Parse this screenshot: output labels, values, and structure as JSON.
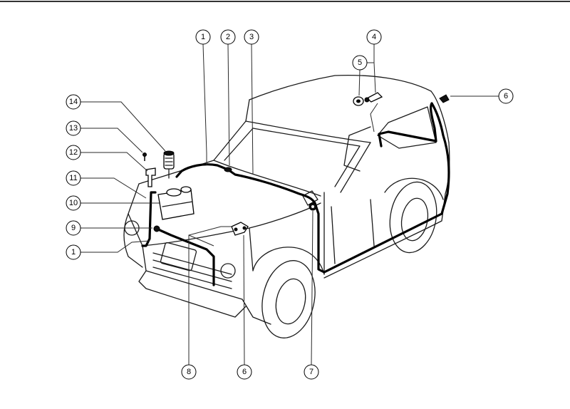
{
  "callouts": [
    {
      "id": "c1",
      "label": "1"
    },
    {
      "id": "c2",
      "label": "2"
    },
    {
      "id": "c3",
      "label": "3"
    },
    {
      "id": "c4",
      "label": "4"
    },
    {
      "id": "c5",
      "label": "5"
    },
    {
      "id": "c6a",
      "label": "6"
    },
    {
      "id": "c14",
      "label": "14"
    },
    {
      "id": "c13",
      "label": "13"
    },
    {
      "id": "c12",
      "label": "12"
    },
    {
      "id": "c11",
      "label": "11"
    },
    {
      "id": "c10",
      "label": "10"
    },
    {
      "id": "c9",
      "label": "9"
    },
    {
      "id": "c1b",
      "label": "1"
    },
    {
      "id": "c8",
      "label": "8"
    },
    {
      "id": "c6b",
      "label": "6"
    },
    {
      "id": "c7",
      "label": "7"
    }
  ]
}
